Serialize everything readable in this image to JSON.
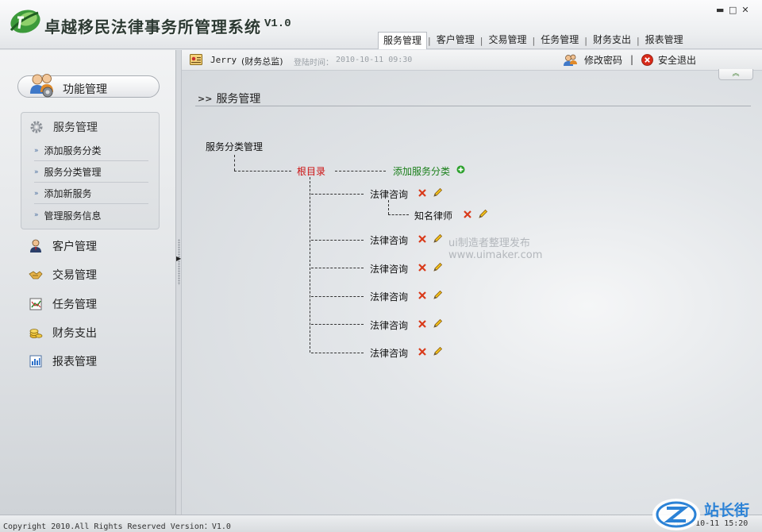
{
  "app": {
    "title": "卓越移民法律事务所管理系统",
    "version": "V1.0"
  },
  "window_controls": {
    "minimize": "▬",
    "maximize": "□",
    "close": "✕"
  },
  "top_tabs": [
    {
      "label": "服务管理",
      "active": true
    },
    {
      "label": "客户管理"
    },
    {
      "label": "交易管理"
    },
    {
      "label": "任务管理"
    },
    {
      "label": "财务支出"
    },
    {
      "label": "报表管理"
    }
  ],
  "tab_separator": "|",
  "info_bar": {
    "user_name": "Jerry",
    "user_role": "(财务总监)",
    "login_label": "登陆时间：",
    "login_time": "2010-10-11  09:30",
    "change_password": "修改密码",
    "separator": "|",
    "logout": "安全退出"
  },
  "sidebar": {
    "function_button": "功能管理",
    "expanded_menu": {
      "label": "服务管理",
      "items": [
        "添加服务分类",
        "服务分类管理",
        "添加新服务",
        "管理服务信息"
      ]
    },
    "nav_items": [
      "客户管理",
      "交易管理",
      "任务管理",
      "财务支出",
      "报表管理"
    ]
  },
  "main": {
    "page_title": "服务管理",
    "tree": {
      "title": "服务分类管理",
      "root_label": "根目录",
      "add_link": "添加服务分类",
      "nodes": [
        {
          "label": "法律咨询"
        },
        {
          "label": "知名律师"
        },
        {
          "label": "法律咨询"
        },
        {
          "label": "法律咨询"
        },
        {
          "label": "法律咨询"
        },
        {
          "label": "法律咨询"
        },
        {
          "label": "法律咨询"
        }
      ]
    },
    "watermark": [
      "ui制造者整理发布",
      "www.uimaker.com"
    ]
  },
  "footer": {
    "copyright": "Copyright 2010.All Rights Reserved Version：V1.0",
    "time": "2010-10-11 15:20"
  },
  "corner_logo_text": "站长街",
  "colors": {
    "root_red": "#cc1111",
    "add_green": "#1a7f1a",
    "delete_red": "#d93a1a",
    "accent_blue": "#2b82d6"
  }
}
